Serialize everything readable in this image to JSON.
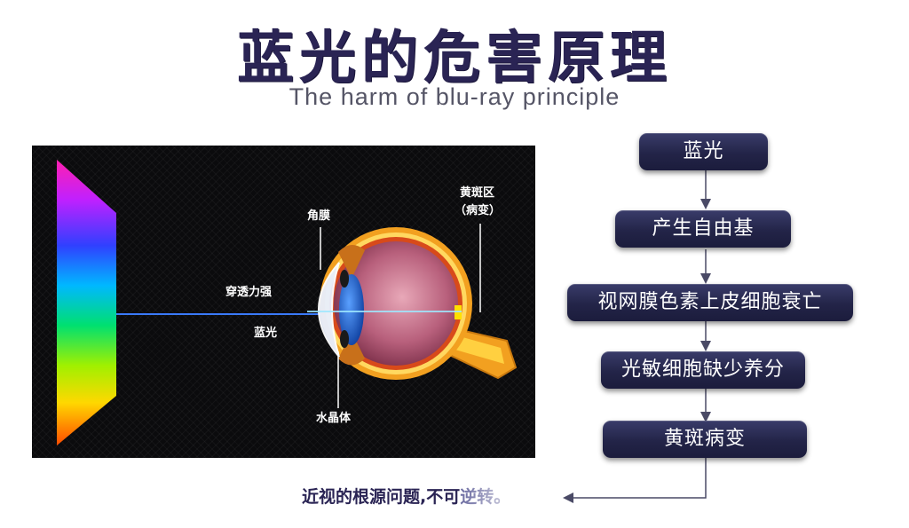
{
  "header": {
    "title": "蓝光的危害原理",
    "subtitle": "The harm of blu-ray principle"
  },
  "diagram": {
    "labels": {
      "cornea": "角膜",
      "macula_line1": "黄斑区",
      "macula_line2": "（病变）",
      "penetration": "穿透力强",
      "blue_light": "蓝光",
      "lens": "水晶体"
    }
  },
  "flow": {
    "steps": [
      "蓝光",
      "产生自由基",
      "视网膜色素上皮细胞衰亡",
      "光敏细胞缺少养分",
      "黄斑病变"
    ]
  },
  "conclusion": {
    "main": "近视的根源问题,不可",
    "faded": "逆转。"
  },
  "colors": {
    "title": "#2a2454",
    "box": "#232448",
    "arrow": "#4a4a66"
  }
}
